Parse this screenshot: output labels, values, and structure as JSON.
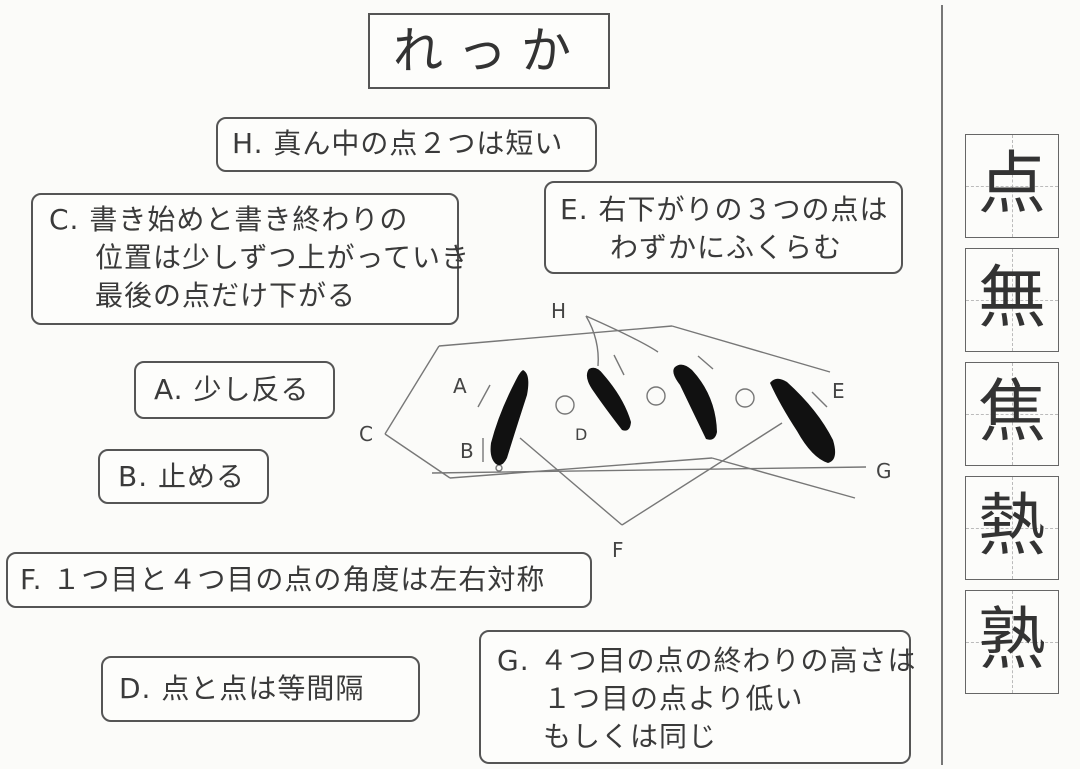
{
  "title": "れっか",
  "notes": {
    "H": "H. 真ん中の点２つは短い",
    "C": [
      "C. 書き始めと書き終わりの",
      "位置は少しずつ上がっていき",
      "最後の点だけ下がる"
    ],
    "E": [
      "E. 右下がりの３つの点は",
      "わずかにふくらむ"
    ],
    "A": "A. 少し反る",
    "B": "B. 止める",
    "F": "F. １つ目と４つ目の点の角度は左右対称",
    "D": "D. 点と点は等間隔",
    "G": [
      "G. ４つ目の点の終わりの高さは",
      "１つ目の点より低い",
      "もしくは同じ"
    ]
  },
  "diagram_labels": {
    "H": "H",
    "A": "A",
    "B": "B",
    "C": "C",
    "D": "D",
    "E": "E",
    "F": "F",
    "G": "G"
  },
  "examples": [
    "点",
    "無",
    "焦",
    "熱",
    "熟"
  ]
}
